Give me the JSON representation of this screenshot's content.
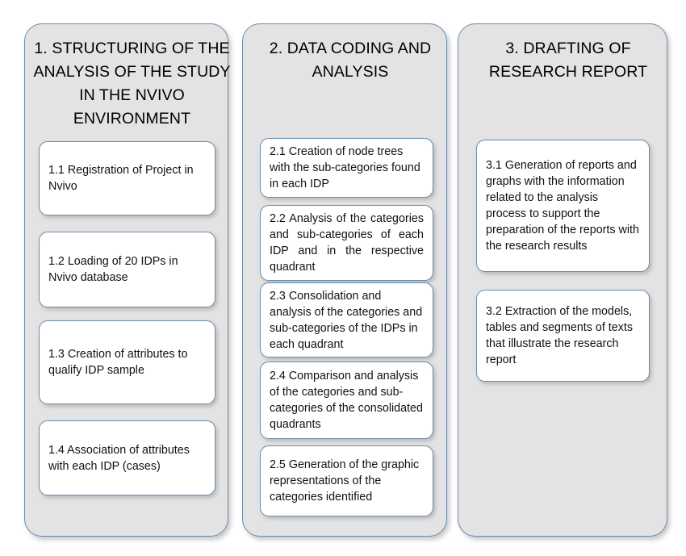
{
  "diagram": {
    "title": "Research methodology phases flowchart",
    "colors": {
      "page_background": "#ffffff",
      "column_fill": "#e3e3e3",
      "column_border": "#6b8cae",
      "step_fill": "#ffffff",
      "step_border": "#6b8cae",
      "text": "#111111"
    },
    "columns": [
      {
        "id": "phase-1",
        "header": "1. STRUCTURING OF THE ANALYSIS OF THE STUDY IN THE NVIVO ENVIRONMENT",
        "steps": [
          {
            "id": "1.1",
            "text": "1.1 Registration of Project in Nvivo",
            "align": "left"
          },
          {
            "id": "1.2",
            "text": "1.2 Loading of 20 IDPs in Nvivo database",
            "align": "left"
          },
          {
            "id": "1.3",
            "text": "1.3 Creation of attributes to qualify IDP sample",
            "align": "left"
          },
          {
            "id": "1.4",
            "text": "1.4 Association of attributes with each IDP (cases)",
            "align": "left"
          }
        ]
      },
      {
        "id": "phase-2",
        "header": "2. DATA CODING AND ANALYSIS",
        "steps": [
          {
            "id": "2.1",
            "text": "2.1 Creation of node trees with the sub-categories found in each IDP",
            "align": "left"
          },
          {
            "id": "2.2",
            "text": "2.2 Analysis of the categories and sub-categories of each IDP and in the respective quadrant",
            "align": "justify"
          },
          {
            "id": "2.3",
            "text": "2.3 Consolidation and analysis of the categories and sub-categories of the IDPs in each quadrant",
            "align": "left"
          },
          {
            "id": "2.4",
            "text": "2.4 Comparison and analysis of the categories and sub-categories of the consolidated quadrants",
            "align": "left"
          },
          {
            "id": "2.5",
            "text": "2.5 Generation of the graphic representations of the categories identified",
            "align": "left"
          }
        ]
      },
      {
        "id": "phase-3",
        "header": "3. DRAFTING OF RESEARCH REPORT",
        "steps": [
          {
            "id": "3.1",
            "text": "3.1 Generation of reports and graphs with the information related to the analysis process to support the preparation of the reports with the research results",
            "align": "left"
          },
          {
            "id": "3.2",
            "text": "3.2 Extraction of the models, tables and segments of texts that illustrate the research report",
            "align": "left"
          }
        ]
      }
    ]
  }
}
